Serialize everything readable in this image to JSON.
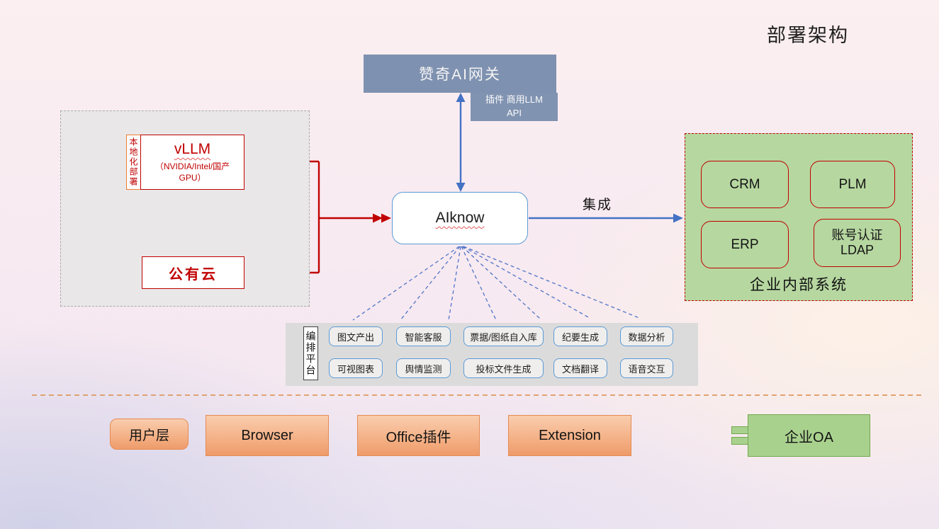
{
  "title": "部署架构",
  "gateway": {
    "label": "赞奇AI网关",
    "sub_label": "插件 商用LLM API"
  },
  "local": {
    "group_label": "本地化部署",
    "vllm_title": "vLLM",
    "vllm_subtitle": "（NVIDIA/Intel/国产GPU）",
    "public_cloud_label": "公有云"
  },
  "core_label": "AIknow",
  "integration_label": "集成",
  "internal_systems": {
    "caption": "企业内部系统",
    "items": [
      {
        "label": "CRM"
      },
      {
        "label": "PLM"
      },
      {
        "label": "ERP"
      },
      {
        "label": "账号认证",
        "label2": "LDAP"
      }
    ]
  },
  "orchestration": {
    "group_label": "编排平台",
    "row1": [
      "图文产出",
      "智能客服",
      "票据/图纸自入库",
      "纪要生成",
      "数据分析"
    ],
    "row2": [
      "可视图表",
      "舆情监测",
      "投标文件生成",
      "文档翻译",
      "语音交互"
    ]
  },
  "user_layer": {
    "label": "用户层",
    "browser": "Browser",
    "office": "Office插件",
    "extension": "Extension",
    "oa": "企业OA"
  },
  "colors": {
    "accent_red": "#c00000",
    "accent_blue": "#4472c4",
    "box_blue_border": "#5b9bd5",
    "slate_header": "#7e91b0",
    "green_fill": "#b6d7a0",
    "green_oa_fill": "#a9d18e",
    "green_border": "#72a84e",
    "orange_fill": "#f2a97e",
    "orange_border": "#ed7d31",
    "separator_orange": "#dd9a5e",
    "panel_gray": "#dcdbdc"
  }
}
